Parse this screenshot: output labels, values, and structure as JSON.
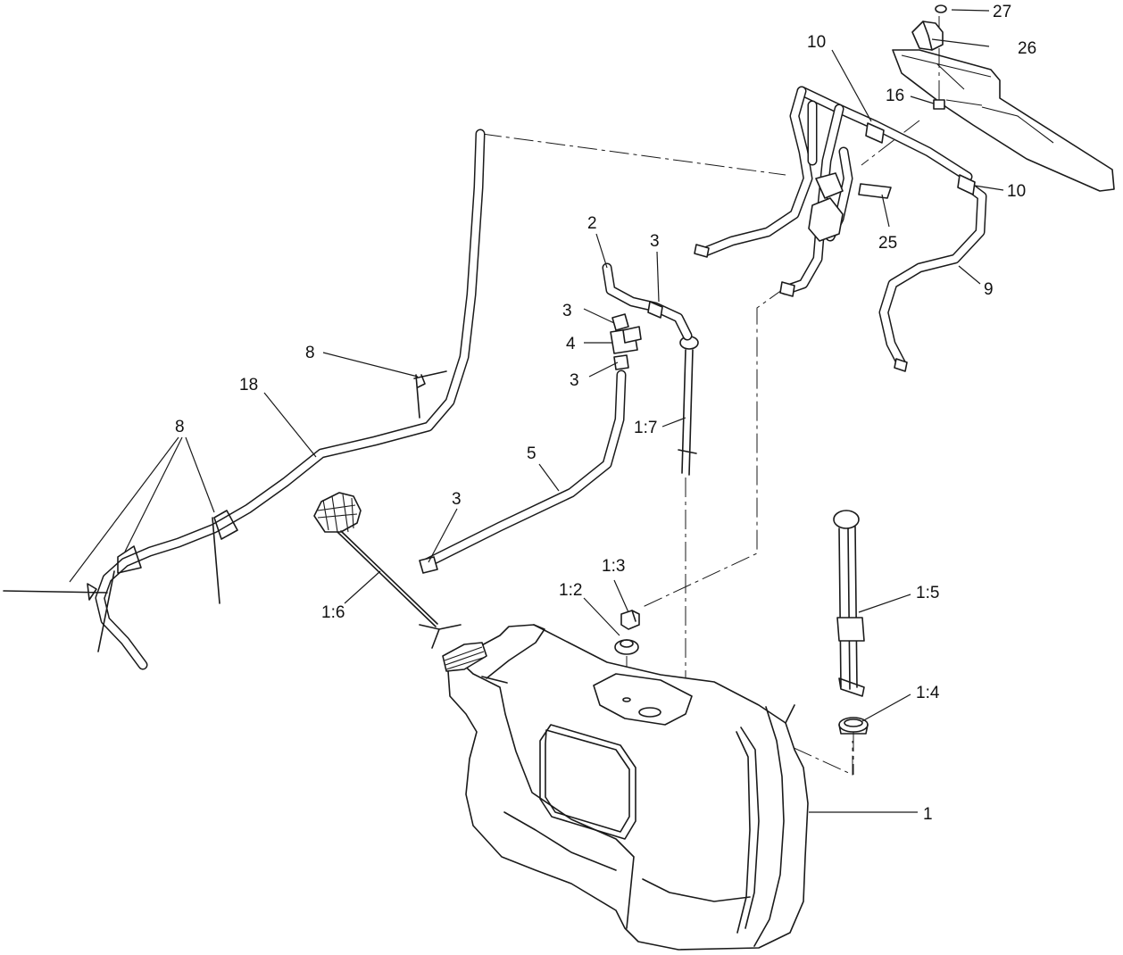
{
  "callouts": {
    "c27": "27",
    "c26": "26",
    "c10a": "10",
    "c16": "16",
    "c10b": "10",
    "c25": "25",
    "c9": "9",
    "c2": "2",
    "c3a": "3",
    "c3b": "3",
    "c4": "4",
    "c3c": "3",
    "c8a": "8",
    "c18": "18",
    "c17": "1:7",
    "c5": "5",
    "c8b": "8",
    "c3d": "3",
    "c16b": "1:6",
    "c13": "1:3",
    "c12": "1:2",
    "c15": "1:5",
    "c14": "1:4",
    "c1": "1"
  }
}
